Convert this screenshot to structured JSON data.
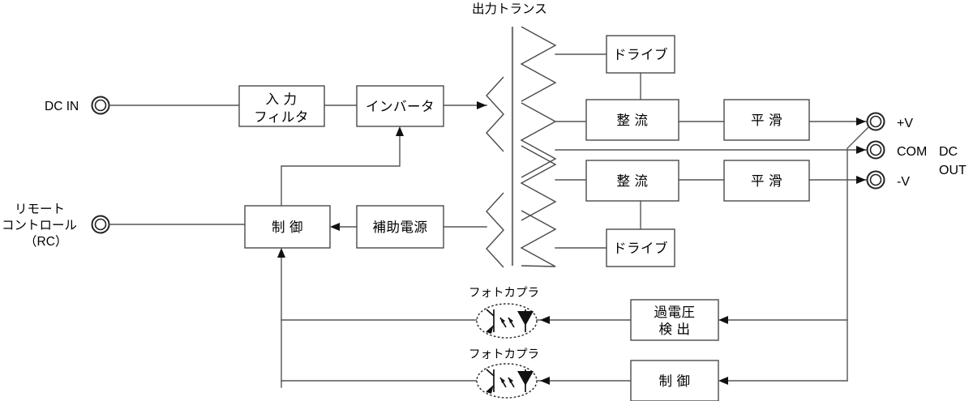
{
  "diagram": {
    "title": "出力トランス",
    "input_terminal_label": "DC IN",
    "remote_label_line1": "リモート",
    "remote_label_line2": "コントロール",
    "remote_label_line3": "（RC）",
    "output_group_label_line1": "DC",
    "output_group_label_line2": "OUT",
    "terminals": [
      {
        "name": "positive-output",
        "label": "+V"
      },
      {
        "name": "common-output",
        "label": "COM"
      },
      {
        "name": "negative-output",
        "label": "-V"
      }
    ],
    "blocks": [
      {
        "id": "input-filter",
        "line1": "入 力",
        "line2": "フィルタ"
      },
      {
        "id": "inverter",
        "line1": "インバータ",
        "line2": ""
      },
      {
        "id": "drive-top",
        "line1": "ドライブ",
        "line2": ""
      },
      {
        "id": "drive-bottom",
        "line1": "ドライブ",
        "line2": ""
      },
      {
        "id": "rectifier-top",
        "line1": "整 流",
        "line2": ""
      },
      {
        "id": "rectifier-bottom",
        "line1": "整 流",
        "line2": ""
      },
      {
        "id": "smoothing-top",
        "line1": "平 滑",
        "line2": ""
      },
      {
        "id": "smoothing-bottom",
        "line1": "平 滑",
        "line2": ""
      },
      {
        "id": "control-main",
        "line1": "制 御",
        "line2": ""
      },
      {
        "id": "aux-power",
        "line1": "補助電源",
        "line2": ""
      },
      {
        "id": "overvoltage-detect",
        "line1": "過電圧",
        "line2": "検 出"
      },
      {
        "id": "control-feedback",
        "line1": "制 御",
        "line2": ""
      }
    ],
    "photocouplers": [
      {
        "id": "photocoupler-upper",
        "label": "フォトカプラ"
      },
      {
        "id": "photocoupler-lower",
        "label": "フォトカプラ"
      }
    ],
    "colors": {
      "stroke": "#4a4a4a",
      "wire": "#555555",
      "text": "#000000",
      "background": "#ffffff"
    }
  }
}
